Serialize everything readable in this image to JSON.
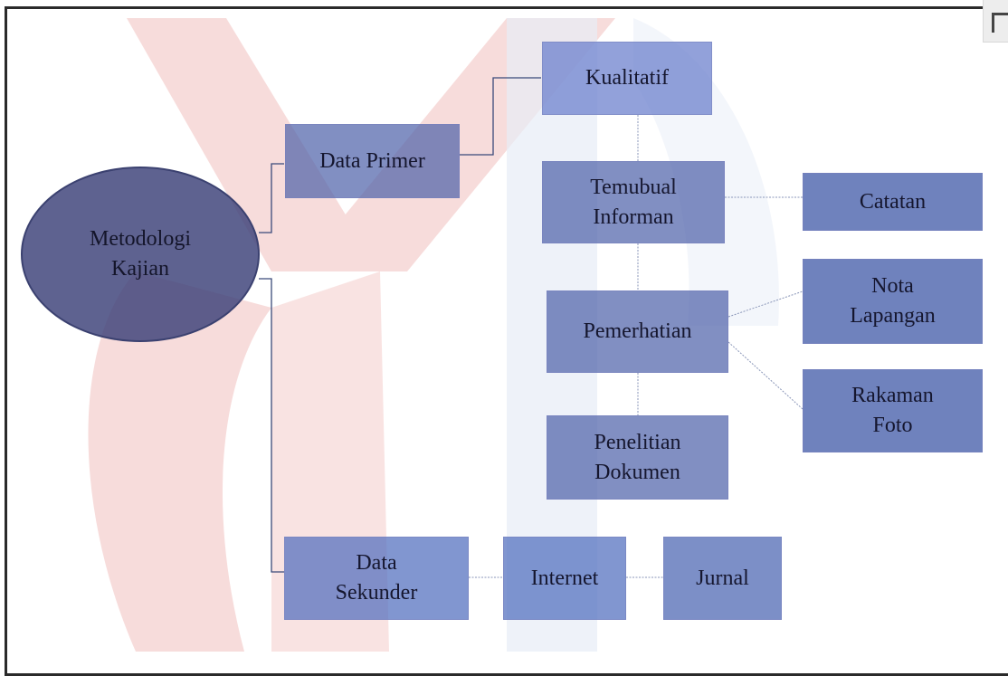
{
  "diagram": {
    "root": {
      "line1": "Metodologi",
      "line2": "Kajian"
    },
    "data_primer": "Data Primer",
    "kualitatif": "Kualitatif",
    "temubual": {
      "line1": "Temubual",
      "line2": "Informan"
    },
    "catatan": "Catatan",
    "pemerhatian": "Pemerhatian",
    "nota": {
      "line1": "Nota",
      "line2": "Lapangan"
    },
    "rakaman": {
      "line1": "Rakaman",
      "line2": "Foto"
    },
    "penelitian": {
      "line1": "Penelitian",
      "line2": "Dokumen"
    },
    "data_sekunder": {
      "line1": "Data",
      "line2": "Sekunder"
    },
    "internet": "Internet",
    "jurnal": "Jurnal"
  },
  "colors": {
    "box_fill": "#5a6fb4",
    "ellipse_fill": "#4a5088",
    "connector": "#3a4a7a",
    "watermark_red": "#f3c4c2",
    "watermark_blue": "#c9d6ec"
  }
}
